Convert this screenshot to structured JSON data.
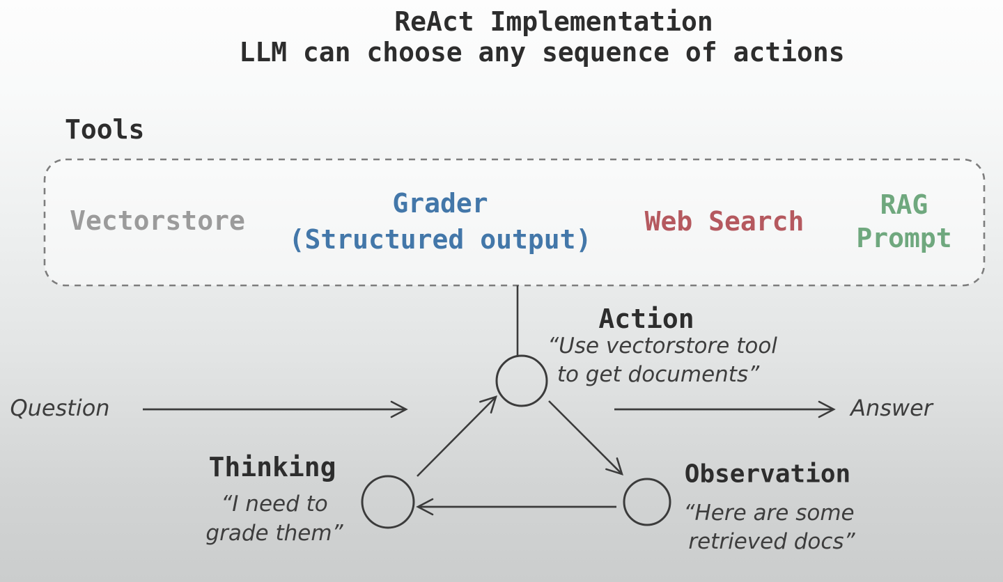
{
  "title": {
    "line1": "ReAct Implementation",
    "line2": "LLM can choose any sequence of actions"
  },
  "tools": {
    "label": "Tools",
    "items": [
      {
        "id": "vectorstore",
        "lines": [
          "Vectorstore"
        ],
        "color": "#9b9b9b"
      },
      {
        "id": "grader",
        "lines": [
          "Grader",
          "(Structured output)"
        ],
        "color": "#4377a9"
      },
      {
        "id": "web-search",
        "lines": [
          "Web Search"
        ],
        "color": "#b5595f"
      },
      {
        "id": "rag-prompt",
        "lines": [
          "RAG",
          "Prompt"
        ],
        "color": "#6fa87e"
      }
    ]
  },
  "diagram": {
    "input_label": "Question",
    "output_label": "Answer",
    "nodes": [
      {
        "id": "action",
        "label": "Action",
        "quote": [
          "“Use vectorstore tool",
          "to get documents”"
        ]
      },
      {
        "id": "thinking",
        "label": "Thinking",
        "quote": [
          "“I need to",
          "grade them”"
        ]
      },
      {
        "id": "observation",
        "label": "Observation",
        "quote": [
          "“Here are some",
          "retrieved docs”"
        ]
      }
    ]
  },
  "colors": {
    "ink": "#3b3b3b",
    "heading": "#2d2d2d",
    "tool_gray": "#9b9b9b",
    "tool_blue": "#4377a9",
    "tool_red": "#b5595f",
    "tool_green": "#6fa87e",
    "box_border": "#7d7d7d",
    "background_top": "#fdfdfd",
    "background_bottom": "#cbcdcd"
  }
}
